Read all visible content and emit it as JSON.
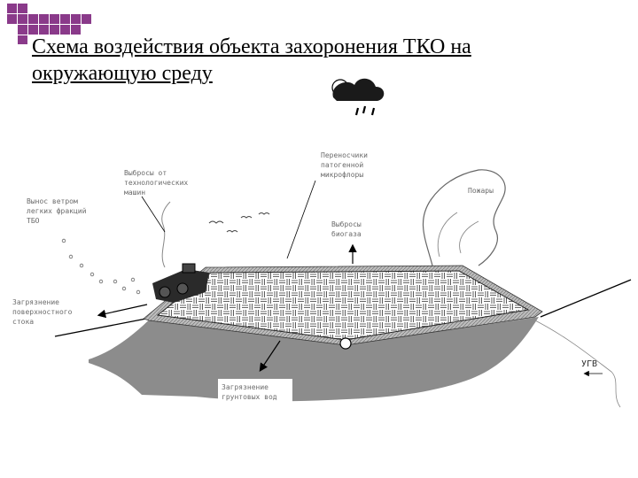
{
  "title": "Схема воздействия объекта захоронения ТКО на окружающую среду",
  "labels": {
    "wind_line1": "Вынос ветром",
    "wind_line2": "легких фракций",
    "wind_line3": "ТБО",
    "tech_line1": "Выбросы от",
    "tech_line2": "технологических",
    "tech_line3": "машин",
    "vectors_line1": "Переносчики",
    "vectors_line2": "патогенной",
    "vectors_line3": "микрофлоры",
    "fires": "Пожары",
    "biogas_line1": "Выбросы",
    "biogas_line2": "биогаза",
    "surface_line1": "Загрязнение",
    "surface_line2": "поверхностного",
    "surface_line3": "стока",
    "ground_line1": "Загрязнение",
    "ground_line2": "грунтовых вод",
    "water_table": "УГВ"
  },
  "colors": {
    "corner_squares": "#8a3a8a",
    "groundwater": "#8c8c8c",
    "liner": "#a9a9a9",
    "label_text": "#6b6b6b"
  }
}
